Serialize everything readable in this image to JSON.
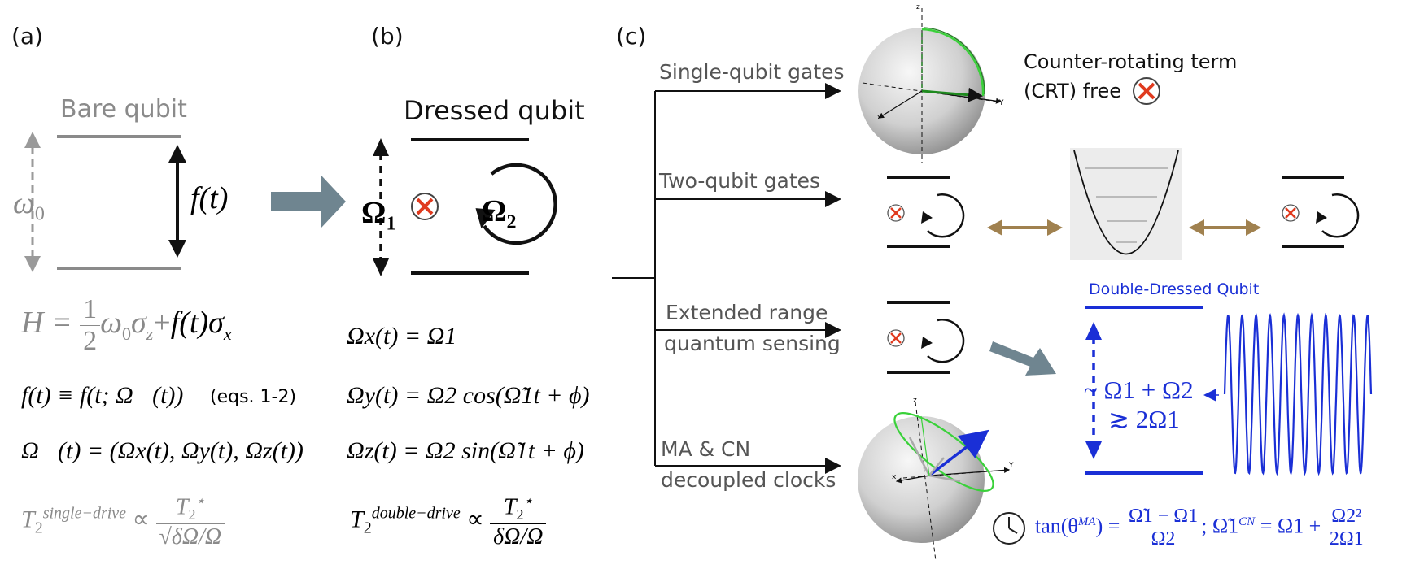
{
  "panels": {
    "a": "(a)",
    "b": "(b)",
    "c": "(c)"
  },
  "panel_a": {
    "bare_qubit": "Bare qubit",
    "omega0": "ω",
    "omega0_sub": "0",
    "ft": "f(t)",
    "eq_H_lhs": "H = ",
    "eq_H_num": "1",
    "eq_H_den": "2",
    "eq_H_mid": "ω",
    "eq_H_sub0": "0",
    "eq_H_sig": "σ",
    "eq_H_subz": "z",
    "eq_H_plus": "+",
    "eq_H_f": "f(t)σ",
    "eq_H_subx": "x",
    "eq_f": "f(t) ≡ f(t; Ω⃗(t))",
    "eq_f_note": "(eqs. 1-2)",
    "eq_omega_vec": "Ω⃗(t) = (Ωx(t), Ωy(t), Ωz(t))",
    "t2_lhs": "T",
    "t2_sub": "2",
    "t2_sup": "single−drive",
    "t2_prop": "∝",
    "t2_num": "T",
    "t2_num_sub": "2",
    "t2_num_sup": "⋆",
    "t2_den": "√δΩ/Ω"
  },
  "panel_b": {
    "dressed_qubit": "Dressed qubit",
    "omega1": "Ω",
    "omega1_sub": "1",
    "omega2": "Ω",
    "omega2_sub": "2",
    "eq_x": "Ωx(t) = Ω1",
    "eq_y": "Ωy(t) = Ω2 cos(Ω̃1t + ϕ)",
    "eq_z": "Ωz(t) = Ω2 sin(Ω̃1t + ϕ)",
    "t2_lhs": "T",
    "t2_sub": "2",
    "t2_sup": "double−drive",
    "t2_prop": "∝",
    "t2_num": "T",
    "t2_num_sub": "2",
    "t2_num_sup": "⋆",
    "t2_den": "δΩ/Ω"
  },
  "panel_c": {
    "branches": [
      "Single-qubit gates",
      "Two-qubit gates",
      "Extended range",
      "quantum sensing",
      "MA & CN",
      "decoupled clocks"
    ],
    "crt_line1": "Counter-rotating term",
    "crt_line2": "(CRT) free",
    "sphere_axes": {
      "z": "z",
      "x": "x",
      "y": "Y"
    },
    "double_dressed_title": "Double-Dressed Qubit",
    "dd_eq1": "~ Ω1 + Ω2",
    "dd_eq2": "≳ 2Ω1",
    "formula_tan": "tan(θ",
    "formula_tan_sup": "MA",
    "formula_tan_close": ") =",
    "formula_frac1_num": "Ω̃1 − Ω1",
    "formula_frac1_den": "Ω2",
    "formula_semi": ";",
    "formula_cn_lhs": "Ω̃1",
    "formula_cn_sup": "CN",
    "formula_cn_mid": "= Ω1 +",
    "formula_frac2_num": "Ω2²",
    "formula_frac2_den": "2Ω1"
  },
  "colors": {
    "gray": "#8a8a8a",
    "blue": "#1a2fd6",
    "brown_arrow": "#a0814f",
    "big_arrow": "#6f8590",
    "green": "#3ad13a",
    "red_x": "#e03a1e"
  }
}
